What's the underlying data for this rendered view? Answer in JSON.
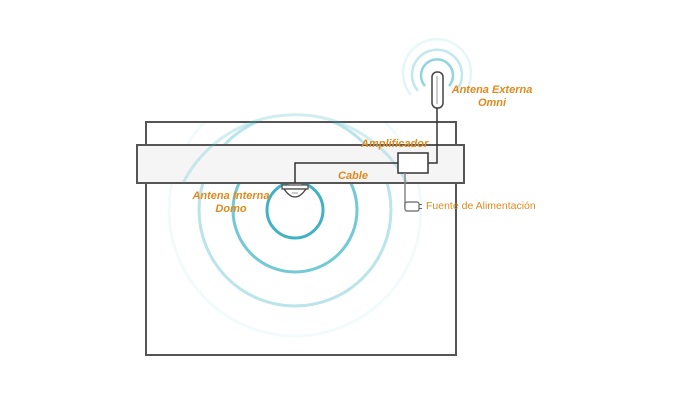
{
  "labels": {
    "external_antenna_line1": "Antena Externa",
    "external_antenna_line2": "Omni",
    "amplifier": "Amplificador",
    "cable": "Cable",
    "internal_antenna_line1": "Antena Interna",
    "internal_antenna_line2": "Domo",
    "power_supply": "Fuente de Alimentación"
  },
  "colors": {
    "label": "#e08a1e",
    "structure": "#555555",
    "wave": "#45b8c8",
    "ceiling_fill": "#f5f5f5"
  }
}
